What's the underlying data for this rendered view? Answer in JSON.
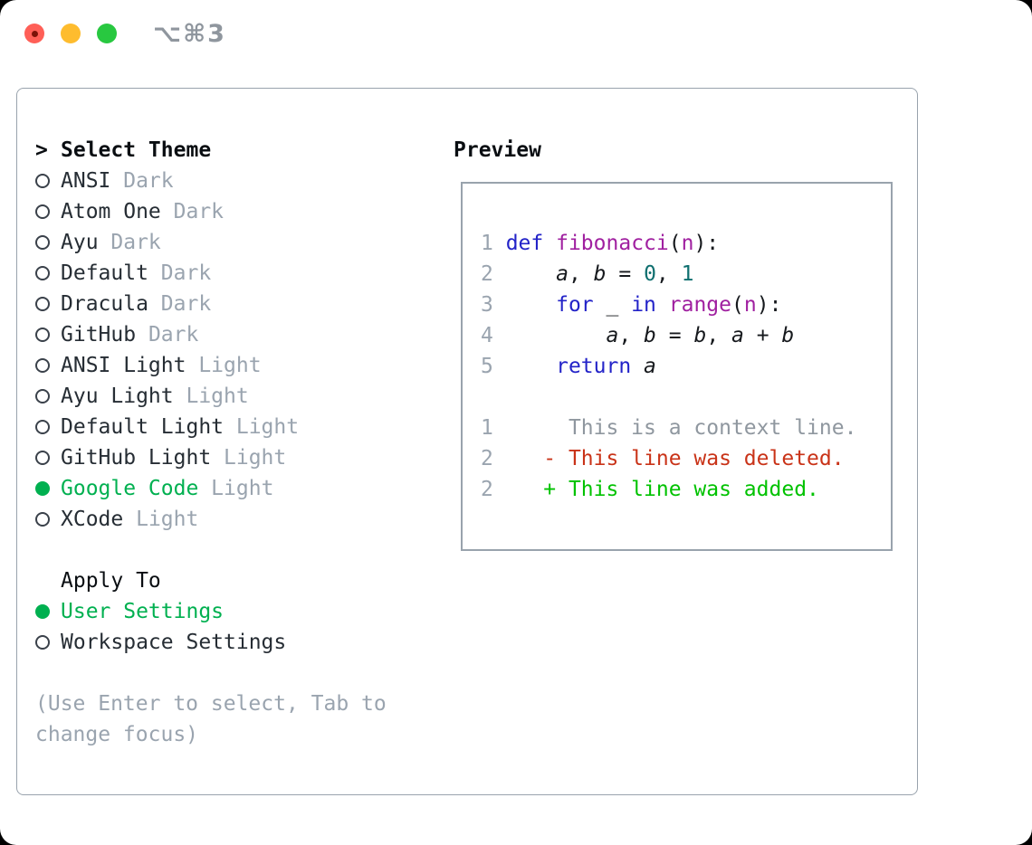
{
  "window": {
    "title": "⌥⌘3",
    "traffic_lights": [
      "close",
      "minimize",
      "zoom"
    ]
  },
  "panel": {
    "theme_selector": {
      "cursor": ">",
      "heading": "Select Theme",
      "items": [
        {
          "name": "ANSI",
          "variant": "Dark",
          "selected": false
        },
        {
          "name": "Atom One",
          "variant": "Dark",
          "selected": false
        },
        {
          "name": "Ayu",
          "variant": "Dark",
          "selected": false
        },
        {
          "name": "Default",
          "variant": "Dark",
          "selected": false
        },
        {
          "name": "Dracula",
          "variant": "Dark",
          "selected": false
        },
        {
          "name": "GitHub",
          "variant": "Dark",
          "selected": false
        },
        {
          "name": "ANSI Light",
          "variant": "Light",
          "selected": false
        },
        {
          "name": "Ayu Light",
          "variant": "Light",
          "selected": false
        },
        {
          "name": "Default Light",
          "variant": "Light",
          "selected": false
        },
        {
          "name": "GitHub Light",
          "variant": "Light",
          "selected": false
        },
        {
          "name": "Google Code",
          "variant": "Light",
          "selected": true
        },
        {
          "name": "XCode",
          "variant": "Light",
          "selected": false
        }
      ]
    },
    "apply_to": {
      "heading": "Apply To",
      "items": [
        {
          "name": "User Settings",
          "selected": true
        },
        {
          "name": "Workspace Settings",
          "selected": false
        }
      ]
    },
    "help_text": "(Use Enter to select, Tab to change focus)",
    "preview": {
      "heading": "Preview",
      "code_lines": [
        {
          "num": "1",
          "tokens": [
            {
              "t": "def",
              "c": "kw"
            },
            {
              "t": " ",
              "c": "pl"
            },
            {
              "t": "fibonacci",
              "c": "fn"
            },
            {
              "t": "(",
              "c": "pl"
            },
            {
              "t": "n",
              "c": "fn"
            },
            {
              "t": "):",
              "c": "pl"
            }
          ]
        },
        {
          "num": "2",
          "tokens": [
            {
              "t": "    ",
              "c": "pl"
            },
            {
              "t": "a",
              "c": "var"
            },
            {
              "t": ", ",
              "c": "pl"
            },
            {
              "t": "b",
              "c": "var"
            },
            {
              "t": " = ",
              "c": "pl"
            },
            {
              "t": "0",
              "c": "lit"
            },
            {
              "t": ", ",
              "c": "pl"
            },
            {
              "t": "1",
              "c": "lit"
            }
          ]
        },
        {
          "num": "3",
          "tokens": [
            {
              "t": "    ",
              "c": "pl"
            },
            {
              "t": "for",
              "c": "kw"
            },
            {
              "t": " _ ",
              "c": "pl"
            },
            {
              "t": "in",
              "c": "kw"
            },
            {
              "t": " ",
              "c": "pl"
            },
            {
              "t": "range",
              "c": "fn"
            },
            {
              "t": "(",
              "c": "pl"
            },
            {
              "t": "n",
              "c": "fn"
            },
            {
              "t": "):",
              "c": "pl"
            }
          ]
        },
        {
          "num": "4",
          "tokens": [
            {
              "t": "        ",
              "c": "pl"
            },
            {
              "t": "a",
              "c": "var"
            },
            {
              "t": ", ",
              "c": "pl"
            },
            {
              "t": "b",
              "c": "var"
            },
            {
              "t": " = ",
              "c": "pl"
            },
            {
              "t": "b",
              "c": "var"
            },
            {
              "t": ", ",
              "c": "pl"
            },
            {
              "t": "a",
              "c": "var"
            },
            {
              "t": " + ",
              "c": "pl"
            },
            {
              "t": "b",
              "c": "var"
            }
          ]
        },
        {
          "num": "5",
          "tokens": [
            {
              "t": "    ",
              "c": "pl"
            },
            {
              "t": "return",
              "c": "kw"
            },
            {
              "t": " ",
              "c": "pl"
            },
            {
              "t": "a",
              "c": "var"
            }
          ]
        },
        {
          "num": "",
          "tokens": []
        },
        {
          "num": "1",
          "tokens": [
            {
              "t": "     This is a context line.",
              "c": "ctx"
            }
          ]
        },
        {
          "num": "2",
          "tokens": [
            {
              "t": "   - This line was deleted.",
              "c": "del"
            }
          ]
        },
        {
          "num": "2",
          "tokens": [
            {
              "t": "   + This line was added.",
              "c": "add"
            }
          ]
        }
      ]
    }
  },
  "colors": {
    "selection_green": "#00b050",
    "diff_added_green": "#00c200",
    "diff_deleted_red": "#c93318",
    "keyword_blue": "#2323c8",
    "function_purple": "#a020a0",
    "literal_teal": "#0e6f6f",
    "text_dark": "#262d34",
    "muted_gray": "#9aa4af",
    "context_gray": "#8f979f",
    "border_gray": "#99a3ad",
    "titlebar_text": "#8f969e",
    "traffic_red": "#ff5f57",
    "traffic_yellow": "#febc2e",
    "traffic_green": "#28c840"
  }
}
